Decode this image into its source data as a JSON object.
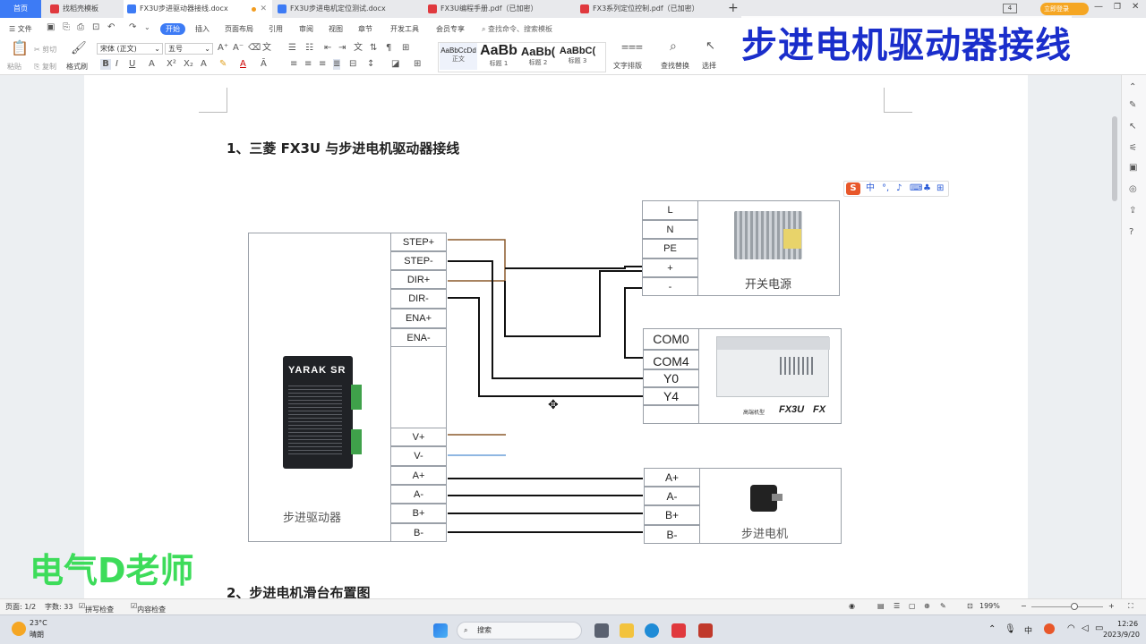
{
  "tabs": [
    {
      "label": "首页",
      "active": false,
      "home": true
    },
    {
      "label": "找稻壳模板",
      "active": false,
      "color": "#e0393e"
    },
    {
      "label": "FX3U步进驱动器接线.docx",
      "active": true,
      "color": "#3d7bf5"
    },
    {
      "label": "FX3U步进电机定位测试.docx",
      "active": false,
      "color": "#3d7bf5"
    },
    {
      "label": "FX3U编程手册.pdf（已加密）",
      "active": false,
      "color": "#e0393e"
    },
    {
      "label": "FX3系列定位控制.pdf（已加密）",
      "active": false,
      "color": "#e0393e"
    }
  ],
  "window": {
    "login_label": "立即登录",
    "badge": "4"
  },
  "ribbon": {
    "file": "文件",
    "menus": [
      "开始",
      "插入",
      "页面布局",
      "引用",
      "审阅",
      "视图",
      "章节",
      "开发工具",
      "会员专享"
    ],
    "search_placeholder": "查找命令、搜索模板",
    "paste": "粘贴",
    "cut": "剪切",
    "copy": "复制",
    "format_painter": "格式刷",
    "font_name": "宋体 (正文)",
    "font_size": "五号",
    "styles": [
      {
        "preview": "AaBbCcDd",
        "label": "正文"
      },
      {
        "preview": "AaBb",
        "label": "标题 1"
      },
      {
        "preview": "AaBb(",
        "label": "标题 2"
      },
      {
        "preview": "AaBbC(",
        "label": "标题 3"
      }
    ],
    "text_layout": "文字排版",
    "find_replace": "查找替换",
    "select": "选择"
  },
  "overlay_title": "步进电机驱动器接线",
  "document": {
    "heading1": "1、三菱 FX3U 与步进电机驱动器接线",
    "heading2": "2、步进电机滑台布置图",
    "driver": {
      "caption": "步进驱动器",
      "brand": "YARAK",
      "model": "SR",
      "top_terminals": [
        "STEP+",
        "STEP-",
        "DIR+",
        "DIR-",
        "ENA+",
        "ENA-"
      ],
      "power_terminals": [
        "V+",
        "V-"
      ],
      "motor_terminals": [
        "A+",
        "A-",
        "B+",
        "B-"
      ]
    },
    "psu": {
      "caption": "开关电源",
      "terminals": [
        "L",
        "N",
        "PE",
        "+",
        "-"
      ]
    },
    "plc": {
      "terminals": [
        "COM0",
        "COM4",
        "Y0",
        "Y4",
        ""
      ],
      "label_small": "高端机型",
      "label_fx3u": "FX3U",
      "label_fx": "FX"
    },
    "motor": {
      "caption": "步进电机",
      "terminals": [
        "A+",
        "A-",
        "B+",
        "B-"
      ]
    },
    "ime_label": "中"
  },
  "watermark": "电气D老师",
  "statusbar": {
    "page": "页面: 1/2",
    "words": "字数: 33",
    "spell": "拼写检查",
    "content": "内容检查",
    "zoom": "199%"
  },
  "taskbar": {
    "weather_temp": "23°C",
    "weather_desc": "晴朗",
    "search": "搜索",
    "ime": "中",
    "time": "12:26",
    "date": "2023/9/20"
  },
  "colors": {
    "accent": "#3d7bf5",
    "overlay_title": "#1a2ecb",
    "watermark": "#3ddc5a",
    "wire_brown": "#8b5a2b",
    "wire_blue": "#6a9fd8",
    "wire_black": "#111111"
  }
}
